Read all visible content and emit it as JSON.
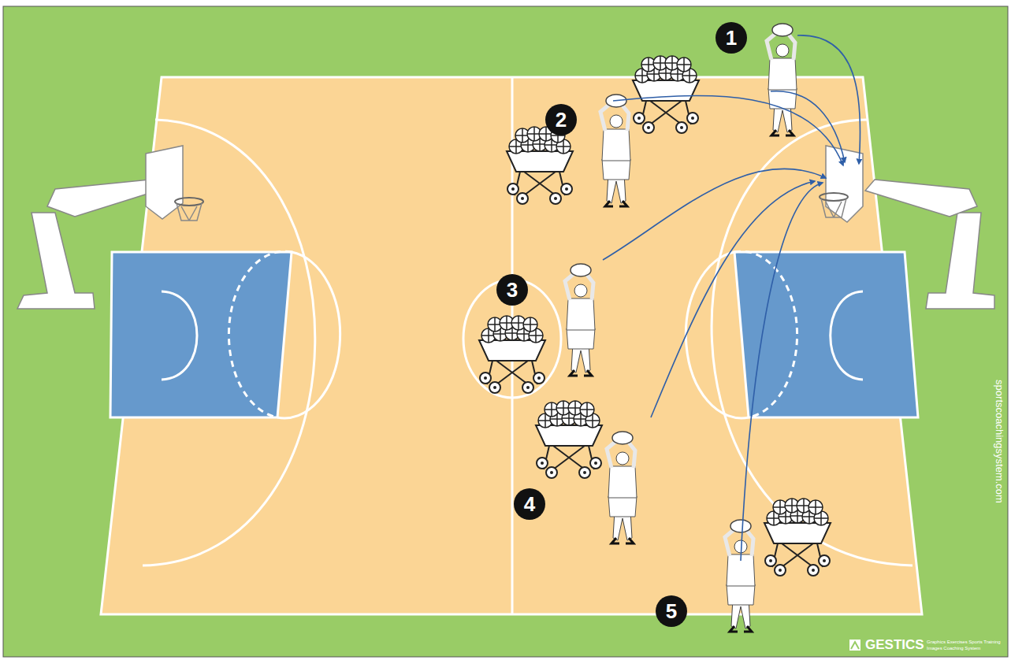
{
  "diagram": {
    "nodes": [
      {
        "text": [
          "1"
        ]
      },
      {
        "text": [
          "2"
        ]
      },
      {
        "text": [
          "3"
        ]
      },
      {
        "text": [
          "4"
        ]
      },
      {
        "text": [
          "5"
        ]
      }
    ],
    "labels": [
      "sportscoachingsystem.com",
      "GESTICS",
      "Graphics Exercises Sports Training",
      "Images Coaching System"
    ]
  }
}
